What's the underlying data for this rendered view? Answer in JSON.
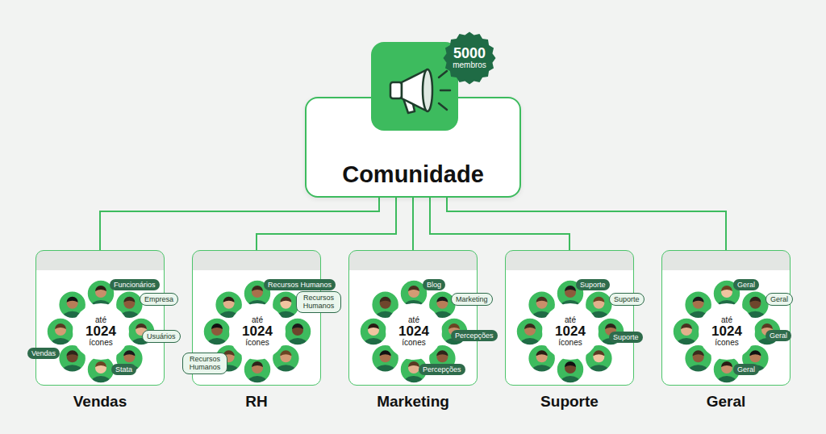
{
  "diagram": {
    "nodes": [
      {
        "text": [
          "Comunidade"
        ]
      },
      {
        "text": [
          "5000",
          "membros"
        ],
        "in": 0
      },
      {
        "text": [
          "Vendas"
        ]
      },
      {
        "text": [
          "até",
          "1024",
          "ícones"
        ],
        "in": 2
      },
      {
        "text": [
          "Funcionários"
        ],
        "in": 2
      },
      {
        "text": [
          "Empresa"
        ],
        "in": 2
      },
      {
        "text": [
          "Usuários"
        ],
        "in": 2
      },
      {
        "text": [
          "Stata"
        ],
        "in": 2
      },
      {
        "text": [
          "Vendas"
        ],
        "in": 2
      },
      {
        "text": [
          "RH"
        ]
      },
      {
        "text": [
          "até",
          "1024",
          "ícones"
        ],
        "in": 9
      },
      {
        "text": [
          "Recursos Humanos"
        ],
        "in": 9
      },
      {
        "text": [
          "Recursos Humanos"
        ],
        "in": 9
      },
      {
        "text": [
          "Recursos Humanos"
        ],
        "in": 9
      },
      {
        "text": [
          "Marketing"
        ]
      },
      {
        "text": [
          "até",
          "1024",
          "ícones"
        ],
        "in": 14
      },
      {
        "text": [
          "Blog"
        ],
        "in": 14
      },
      {
        "text": [
          "Marketing"
        ],
        "in": 14
      },
      {
        "text": [
          "Percepções"
        ],
        "in": 14
      },
      {
        "text": [
          "Percepções"
        ],
        "in": 14
      },
      {
        "text": [
          "Suporte"
        ]
      },
      {
        "text": [
          "até",
          "1024",
          "ícones"
        ],
        "in": 20
      },
      {
        "text": [
          "Suporte"
        ],
        "in": 20
      },
      {
        "text": [
          "Suporte"
        ],
        "in": 20
      },
      {
        "text": [
          "Suporte"
        ],
        "in": 20
      },
      {
        "text": [
          "Geral"
        ]
      },
      {
        "text": [
          "até",
          "1024",
          "ícones"
        ],
        "in": 25
      },
      {
        "text": [
          "Geral"
        ],
        "in": 25
      },
      {
        "text": [
          "Geral"
        ],
        "in": 25
      },
      {
        "text": [
          "Geral"
        ],
        "in": 25
      },
      {
        "text": [
          "Geral"
        ],
        "in": 25
      }
    ],
    "edges": [
      {
        "from": 0,
        "to": 2,
        "arrow": "none"
      },
      {
        "from": 0,
        "to": 9,
        "arrow": "none"
      },
      {
        "from": 0,
        "to": 14,
        "arrow": "none"
      },
      {
        "from": 0,
        "to": 20,
        "arrow": "none"
      },
      {
        "from": 0,
        "to": 25,
        "arrow": "none"
      }
    ]
  }
}
